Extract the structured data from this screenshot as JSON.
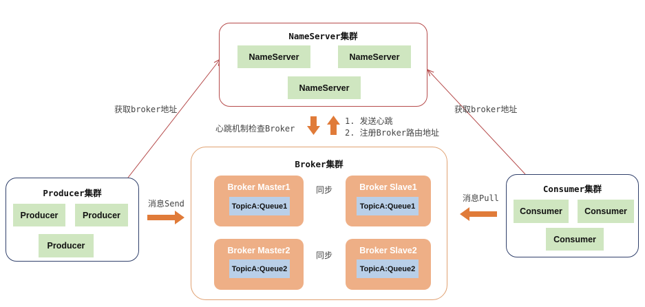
{
  "nameserver_cluster": {
    "title": "NameServer集群",
    "nodes": [
      "NameServer",
      "NameServer",
      "NameServer"
    ]
  },
  "broker_cluster": {
    "title": "Broker集群",
    "masters": [
      {
        "title": "Broker Master1",
        "queue": "TopicA:Queue1"
      },
      {
        "title": "Broker Master2",
        "queue": "TopicA:Queue2"
      }
    ],
    "slaves": [
      {
        "title": "Broker Slave1",
        "queue": "TopicA:Queue1"
      },
      {
        "title": "Broker Slave2",
        "queue": "TopicA:Queue2"
      }
    ],
    "sync_label": "同步"
  },
  "producer_cluster": {
    "title": "Producer集群",
    "nodes": [
      "Producer",
      "Producer",
      "Producer"
    ]
  },
  "consumer_cluster": {
    "title": "Consumer集群",
    "nodes": [
      "Consumer",
      "Consumer",
      "Consumer"
    ]
  },
  "labels": {
    "producer_get_address": "获取broker地址",
    "consumer_get_address": "获取broker地址",
    "heartbeat_check": "心跳机制检查Broker",
    "send_heartbeat": "1. 发送心跳",
    "register_route": "2. 注册Broker路由地址",
    "message_send": "消息Send",
    "message_pull": "消息Pull"
  },
  "colors": {
    "nameserver_border": "#b54a4a",
    "broker_border": "#e0a070",
    "client_border": "#2f3f6a",
    "node_green": "#cfe6c0",
    "broker_orange": "#eeaf86",
    "queue_blue": "#b9cfe8",
    "arrow_orange": "#e07b39"
  }
}
